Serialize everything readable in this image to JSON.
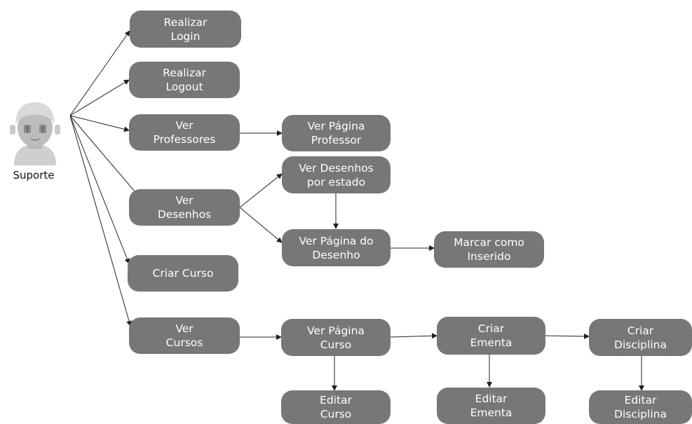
{
  "actor": {
    "name": "Suporte",
    "icon": "person-icon"
  },
  "nodes": {
    "realizar_login": "Realizar\nLogin",
    "realizar_logout": "Realizar\nLogout",
    "ver_professores": "Ver\nProfessores",
    "ver_pagina_professor": "Ver Página\nProfessor",
    "ver_desenhos": "Ver\nDesenhos",
    "ver_desenhos_estado": "Ver Desenhos\npor estado",
    "ver_pagina_desenho": "Ver Página do\nDesenho",
    "marcar_inserido": "Marcar como\nInserido",
    "criar_curso": "Criar Curso",
    "ver_cursos": "Ver\nCursos",
    "ver_pagina_curso": "Ver Página\nCurso",
    "criar_ementa": "Criar\nEmenta",
    "criar_disciplina": "Criar\nDisciplina",
    "editar_curso": "Editar\nCurso",
    "editar_ementa": "Editar\nEmenta",
    "editar_disciplina": "Editar\nDisciplina"
  },
  "colors": {
    "node_fill": "#777777",
    "node_text": "#ffffff",
    "edge": "#222222"
  }
}
